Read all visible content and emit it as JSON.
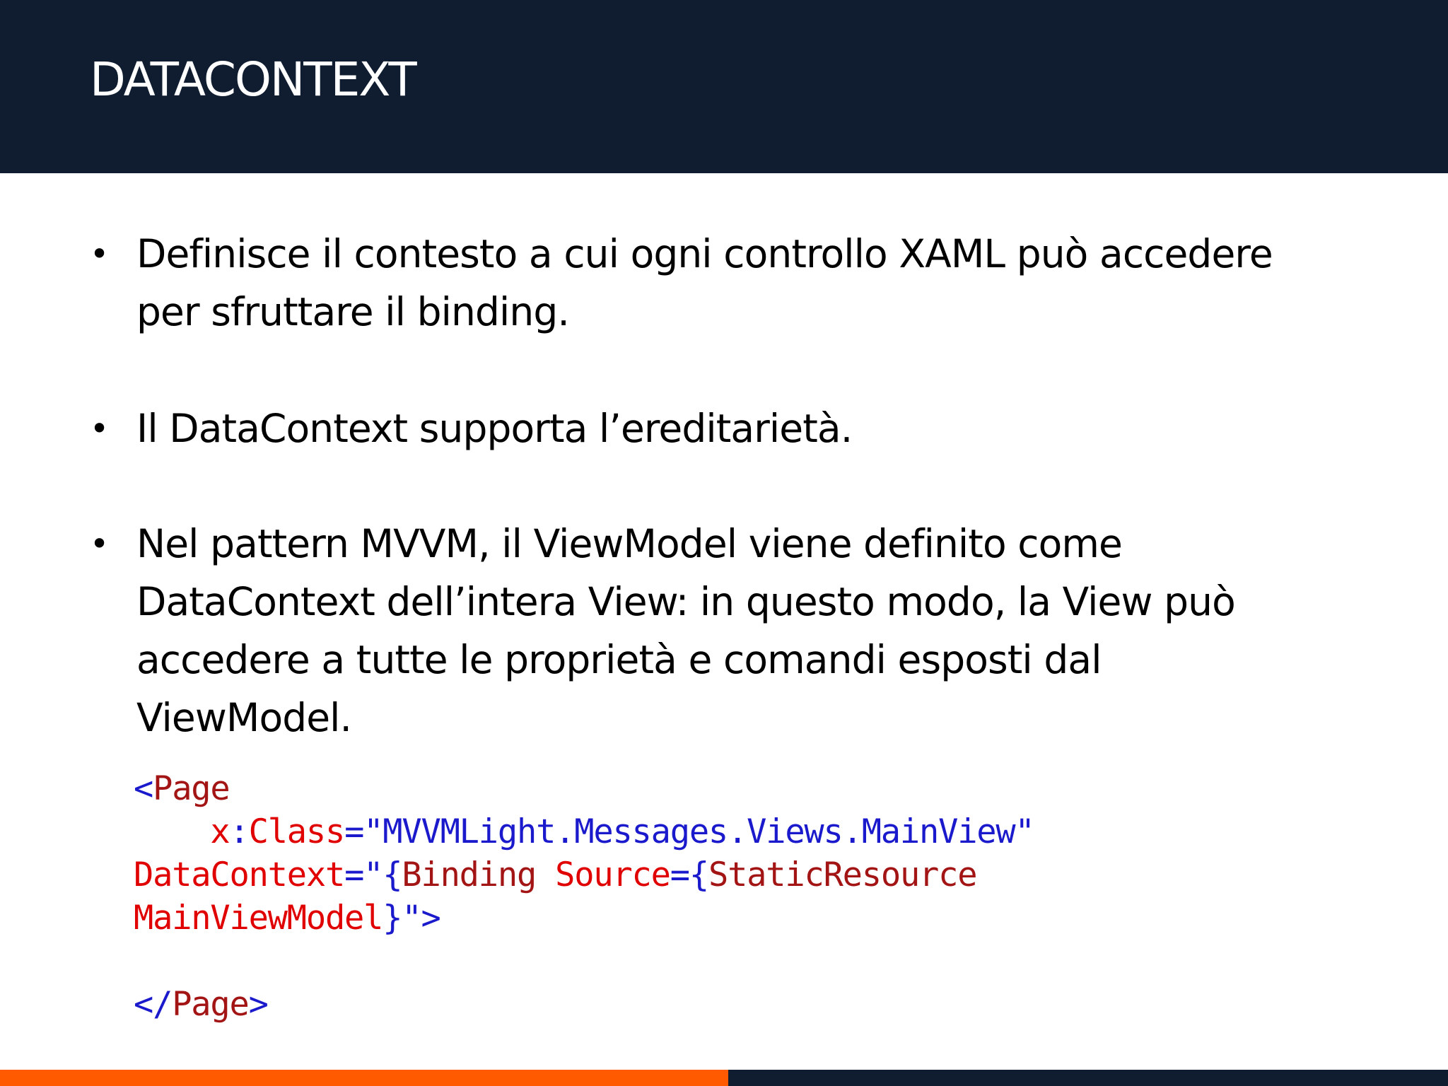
{
  "slide": {
    "title": "DATACONTEXT",
    "bullets": [
      {
        "symbol": "•",
        "lines": [
          "Definisce il contesto a cui ogni controllo XAML può accedere",
          "per sfruttare il binding."
        ]
      },
      {
        "symbol": "•",
        "lines": [
          "Il DataContext supporta l’ereditarietà."
        ]
      },
      {
        "symbol": "•",
        "lines": [
          "Nel pattern MVVM, il ViewModel viene definito come",
          "DataContext dell’intera View: in questo modo, la View può",
          "accedere a tutte le proprietà e comandi esposti dal",
          "ViewModel."
        ]
      }
    ],
    "code": {
      "line1": {
        "open": "<",
        "tag": "Page"
      },
      "line2": {
        "indent": "    ",
        "attr_ns": "x",
        "colon": ":",
        "attr": "Class",
        "eq": "=\"",
        "value": "MVVMLight.Messages.Views.MainView",
        "close": "\""
      },
      "line3": {
        "attr": "DataContext",
        "eq": "=\"",
        "brace_open": "{",
        "ext": "Binding",
        "space": " ",
        "prop": "Source",
        "prop_eq": "=",
        "brace_open2": "{",
        "ext2": "StaticResource"
      },
      "line4": {
        "res": "MainViewModel",
        "brace_close": "}",
        "close": "\">"
      },
      "line5": {
        "text": ""
      },
      "line6": {
        "open": "</",
        "tag": "Page",
        "close": ">"
      }
    }
  },
  "colors": {
    "header_bg": "#101d30",
    "accent_orange": "#ff5a00",
    "code_blue": "#1a1acc",
    "code_red": "#a31515",
    "code_attr_red": "#e00000"
  }
}
